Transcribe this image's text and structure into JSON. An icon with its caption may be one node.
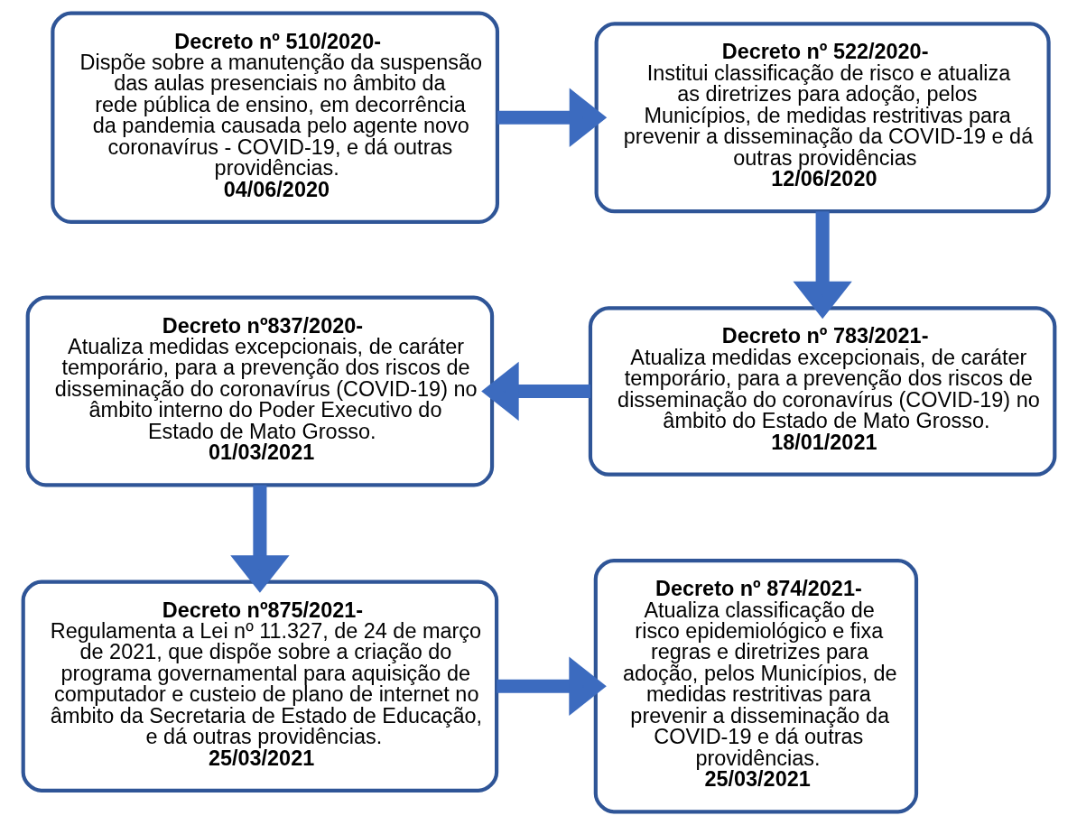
{
  "diagram": {
    "nodes": [
      {
        "text": [
          "Decreto nº 510/2020-",
          "Dispõe sobre a manutenção da suspensão das aulas presenciais no âmbito da rede pública de ensino, em decorrência da pandemia causada pelo agente novo coronavírus - COVID-19, e dá outras providências.",
          "04/06/2020"
        ]
      },
      {
        "text": [
          "Decreto nº 522/2020-",
          "Institui classificação de risco e atualiza as diretrizes para adoção, pelos Municípios, de medidas restritivas para prevenir a disseminação da COVID-19 e dá outras providências",
          "12/06/2020"
        ]
      },
      {
        "text": [
          "Decreto nº837/2020-",
          "Atualiza medidas excepcionais, de caráter temporário, para a prevenção dos riscos de disseminação do coronavírus (COVID-19) no âmbito interno do Poder Executivo do Estado de Mato Grosso.",
          "01/03/2021"
        ]
      },
      {
        "text": [
          "Decreto nº 783/2021-",
          "Atualiza medidas excepcionais, de caráter temporário, para a prevenção dos riscos de disseminação do coronavírus (COVID-19) no âmbito do Estado de Mato Grosso.",
          "18/01/2021"
        ]
      },
      {
        "text": [
          "Decreto nº875/2021-",
          "Regulamenta a Lei nº 11.327, de 24 de março de 2021, que dispõe sobre a criação do programa governamental para aquisição de computador e custeio de plano de internet no âmbito da Secretaria de Estado de Educação, e dá outras providências.",
          "25/03/2021"
        ]
      },
      {
        "text": [
          "Decreto nº 874/2021-",
          "Atualiza classificação de risco epidemiológico e fixa regras e diretrizes para adoção, pelos Municípios, de medidas restritivas para prevenir a disseminação da COVID-19 e dá outras providências.",
          "25/03/2021"
        ]
      }
    ],
    "edges": [
      {
        "from": 0,
        "to": 1,
        "arrow": "to"
      },
      {
        "from": 1,
        "to": 3,
        "arrow": "to"
      },
      {
        "from": 3,
        "to": 2,
        "arrow": "to"
      },
      {
        "from": 2,
        "to": 4,
        "arrow": "to"
      },
      {
        "from": 4,
        "to": 5,
        "arrow": "to"
      }
    ]
  }
}
